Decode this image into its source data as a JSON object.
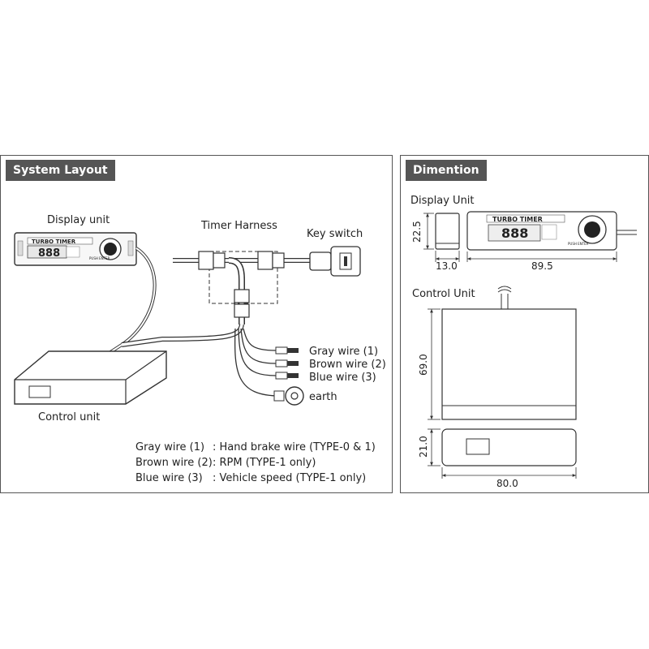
{
  "system_layout": {
    "header": "System Layout",
    "display_unit_label": "Display unit",
    "timer_harness_label": "Timer Harness",
    "key_switch_label": "Key switch",
    "control_unit_label": "Control unit",
    "display_brand": "TURBO TIMER",
    "display_digits": "888",
    "display_button_text": "PUSH ENTER",
    "wires": [
      {
        "label": "Gray wire (1)"
      },
      {
        "label": "Brown wire (2)"
      },
      {
        "label": "Blue wire (3)"
      },
      {
        "label": "earth"
      }
    ],
    "legend": [
      {
        "wire": "Gray wire (1)",
        "desc": ": Hand brake wire (TYPE-0 & 1)"
      },
      {
        "wire": "Brown wire (2)",
        "desc": ": RPM (TYPE-1 only)"
      },
      {
        "wire": "Blue wire (3)",
        "desc": ": Vehicle speed (TYPE-1 only)"
      }
    ]
  },
  "dimention": {
    "header": "Dimention",
    "display_unit_label": "Display Unit",
    "control_unit_label": "Control Unit",
    "display_brand": "TURBO TIMER",
    "display_digits": "888",
    "display_button_text": "PUSH ENTER",
    "display_height": "22.5",
    "display_depth": "13.0",
    "display_width": "89.5",
    "control_height": "69.0",
    "control_depth": "21.0",
    "control_width": "80.0"
  },
  "colors": {
    "header_bg": "#555555",
    "line": "#333333"
  }
}
